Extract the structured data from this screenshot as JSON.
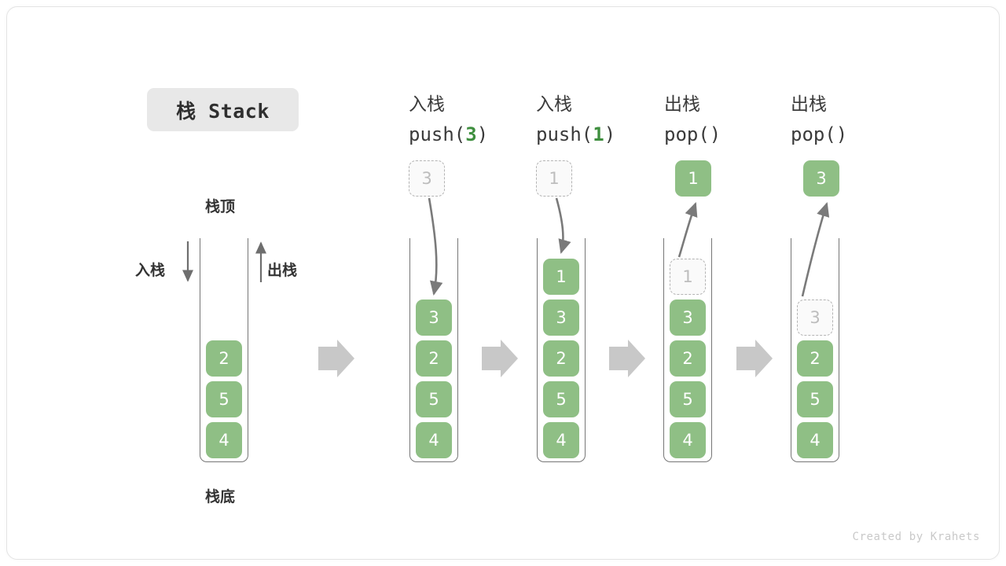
{
  "title_badge": {
    "label": "栈 Stack"
  },
  "watermark": {
    "text": "Created by Krahets"
  },
  "labels": {
    "top": "栈顶",
    "bottom": "栈底",
    "push_side": "入栈",
    "pop_side": "出栈"
  },
  "colors": {
    "cell_green": "#8fbf85",
    "ghost_border": "#b4b4b4",
    "ghost_text": "#bdbdbd",
    "arrow_gray": "#7a7a7a",
    "block_arrow": "#c8c8c8",
    "badge_bg": "#e8e8e8",
    "text_dark": "#3a3a3a",
    "accent_green": "#3f8f3f"
  },
  "stages": [
    {
      "id": "initial",
      "header_cn": "",
      "header_code": "",
      "cells": [
        "2",
        "5",
        "4"
      ]
    },
    {
      "id": "push-3",
      "header_cn": "入栈",
      "header_code_prefix": "push(",
      "header_code_arg": "3",
      "header_code_suffix": ")",
      "floating_value": "3",
      "floating_state": "ghost",
      "cells": [
        "3",
        "2",
        "5",
        "4"
      ]
    },
    {
      "id": "push-1",
      "header_cn": "入栈",
      "header_code_prefix": "push(",
      "header_code_arg": "1",
      "header_code_suffix": ")",
      "floating_value": "1",
      "floating_state": "ghost",
      "cells": [
        "1",
        "3",
        "2",
        "5",
        "4"
      ]
    },
    {
      "id": "pop-1",
      "header_cn": "出栈",
      "header_code_prefix": "pop(",
      "header_code_arg": "",
      "header_code_suffix": ")",
      "floating_value": "1",
      "floating_state": "solid",
      "cells": [
        "1",
        "3",
        "2",
        "5",
        "4"
      ],
      "ghost_index": 0
    },
    {
      "id": "pop-3",
      "header_cn": "出栈",
      "header_code_prefix": "pop(",
      "header_code_arg": "",
      "header_code_suffix": ")",
      "floating_value": "3",
      "floating_state": "solid",
      "cells": [
        "3",
        "2",
        "5",
        "4"
      ],
      "ghost_index": 0
    }
  ]
}
